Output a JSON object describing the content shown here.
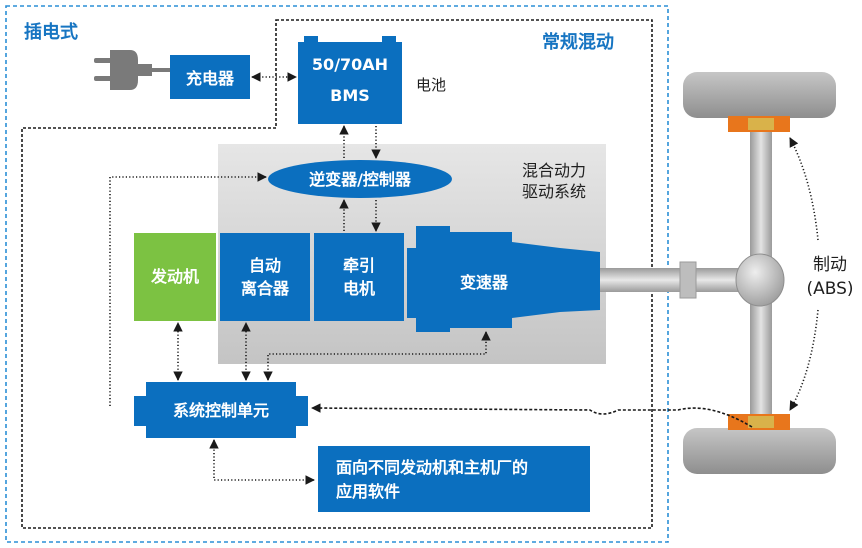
{
  "regions": {
    "plugin": "插电式",
    "conventional": "常规混动",
    "hybrid_drive": [
      "混合动力",
      "驱动系统"
    ]
  },
  "components": {
    "charger": "充电器",
    "battery": {
      "capacity": "50/70AH",
      "bms": "BMS",
      "label": "电池"
    },
    "inverter": "逆变器/控制器",
    "engine": "发动机",
    "clutch": [
      "自动",
      "离合器"
    ],
    "motor": [
      "牵引",
      "电机"
    ],
    "gearbox": "变速器",
    "scu": "系统控制单元",
    "software": [
      "面向不同发动机和主机厂的",
      "应用软件"
    ],
    "brake": [
      "制动",
      "(ABS)"
    ]
  },
  "colors": {
    "blue": "#0b6fbf",
    "green": "#7cc242",
    "gray_panel": "#d4d4d4",
    "region_text": "#1775c2",
    "wheel": "#a9a9a9",
    "brake_pad": "#e8761c"
  }
}
